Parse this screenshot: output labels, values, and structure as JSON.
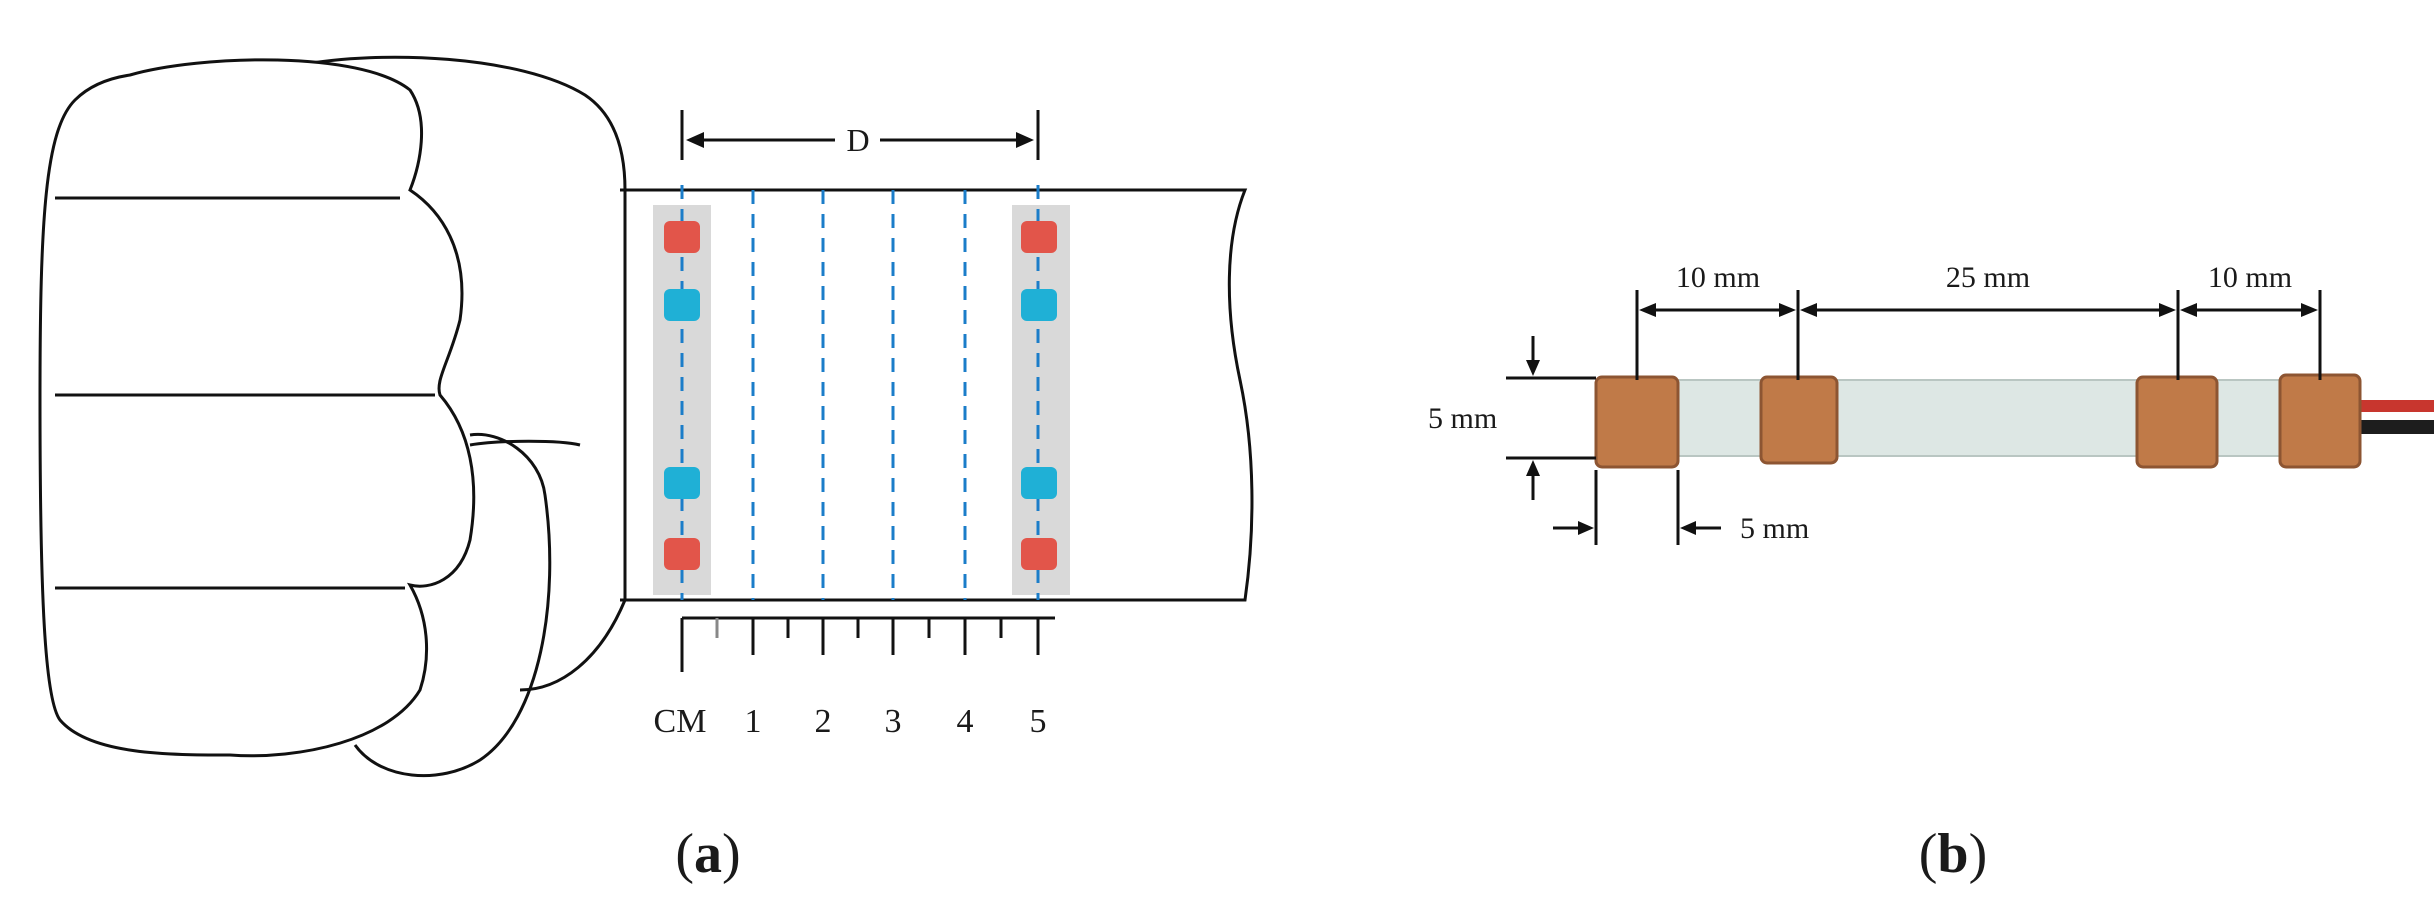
{
  "panel_a": {
    "label_open": "(",
    "label_letter": "a",
    "label_close": ")",
    "dimension_label": "D",
    "scale_labels": [
      "CM",
      "1",
      "2",
      "3",
      "4",
      "5"
    ]
  },
  "panel_b": {
    "label_open": "(",
    "label_letter": "b",
    "label_close": ")",
    "dim_top_left": "10 mm",
    "dim_top_middle": "25 mm",
    "dim_top_right": "10 mm",
    "dim_height": "5 mm",
    "dim_electrode_width": "5 mm"
  },
  "colors": {
    "red_electrode": "#e2554a",
    "blue_electrode": "#1fb0d6",
    "dashed_line": "#1b7dc9",
    "copper": "#c07a48",
    "strip": "#dde7e4",
    "shade": "#d9d9d9"
  }
}
